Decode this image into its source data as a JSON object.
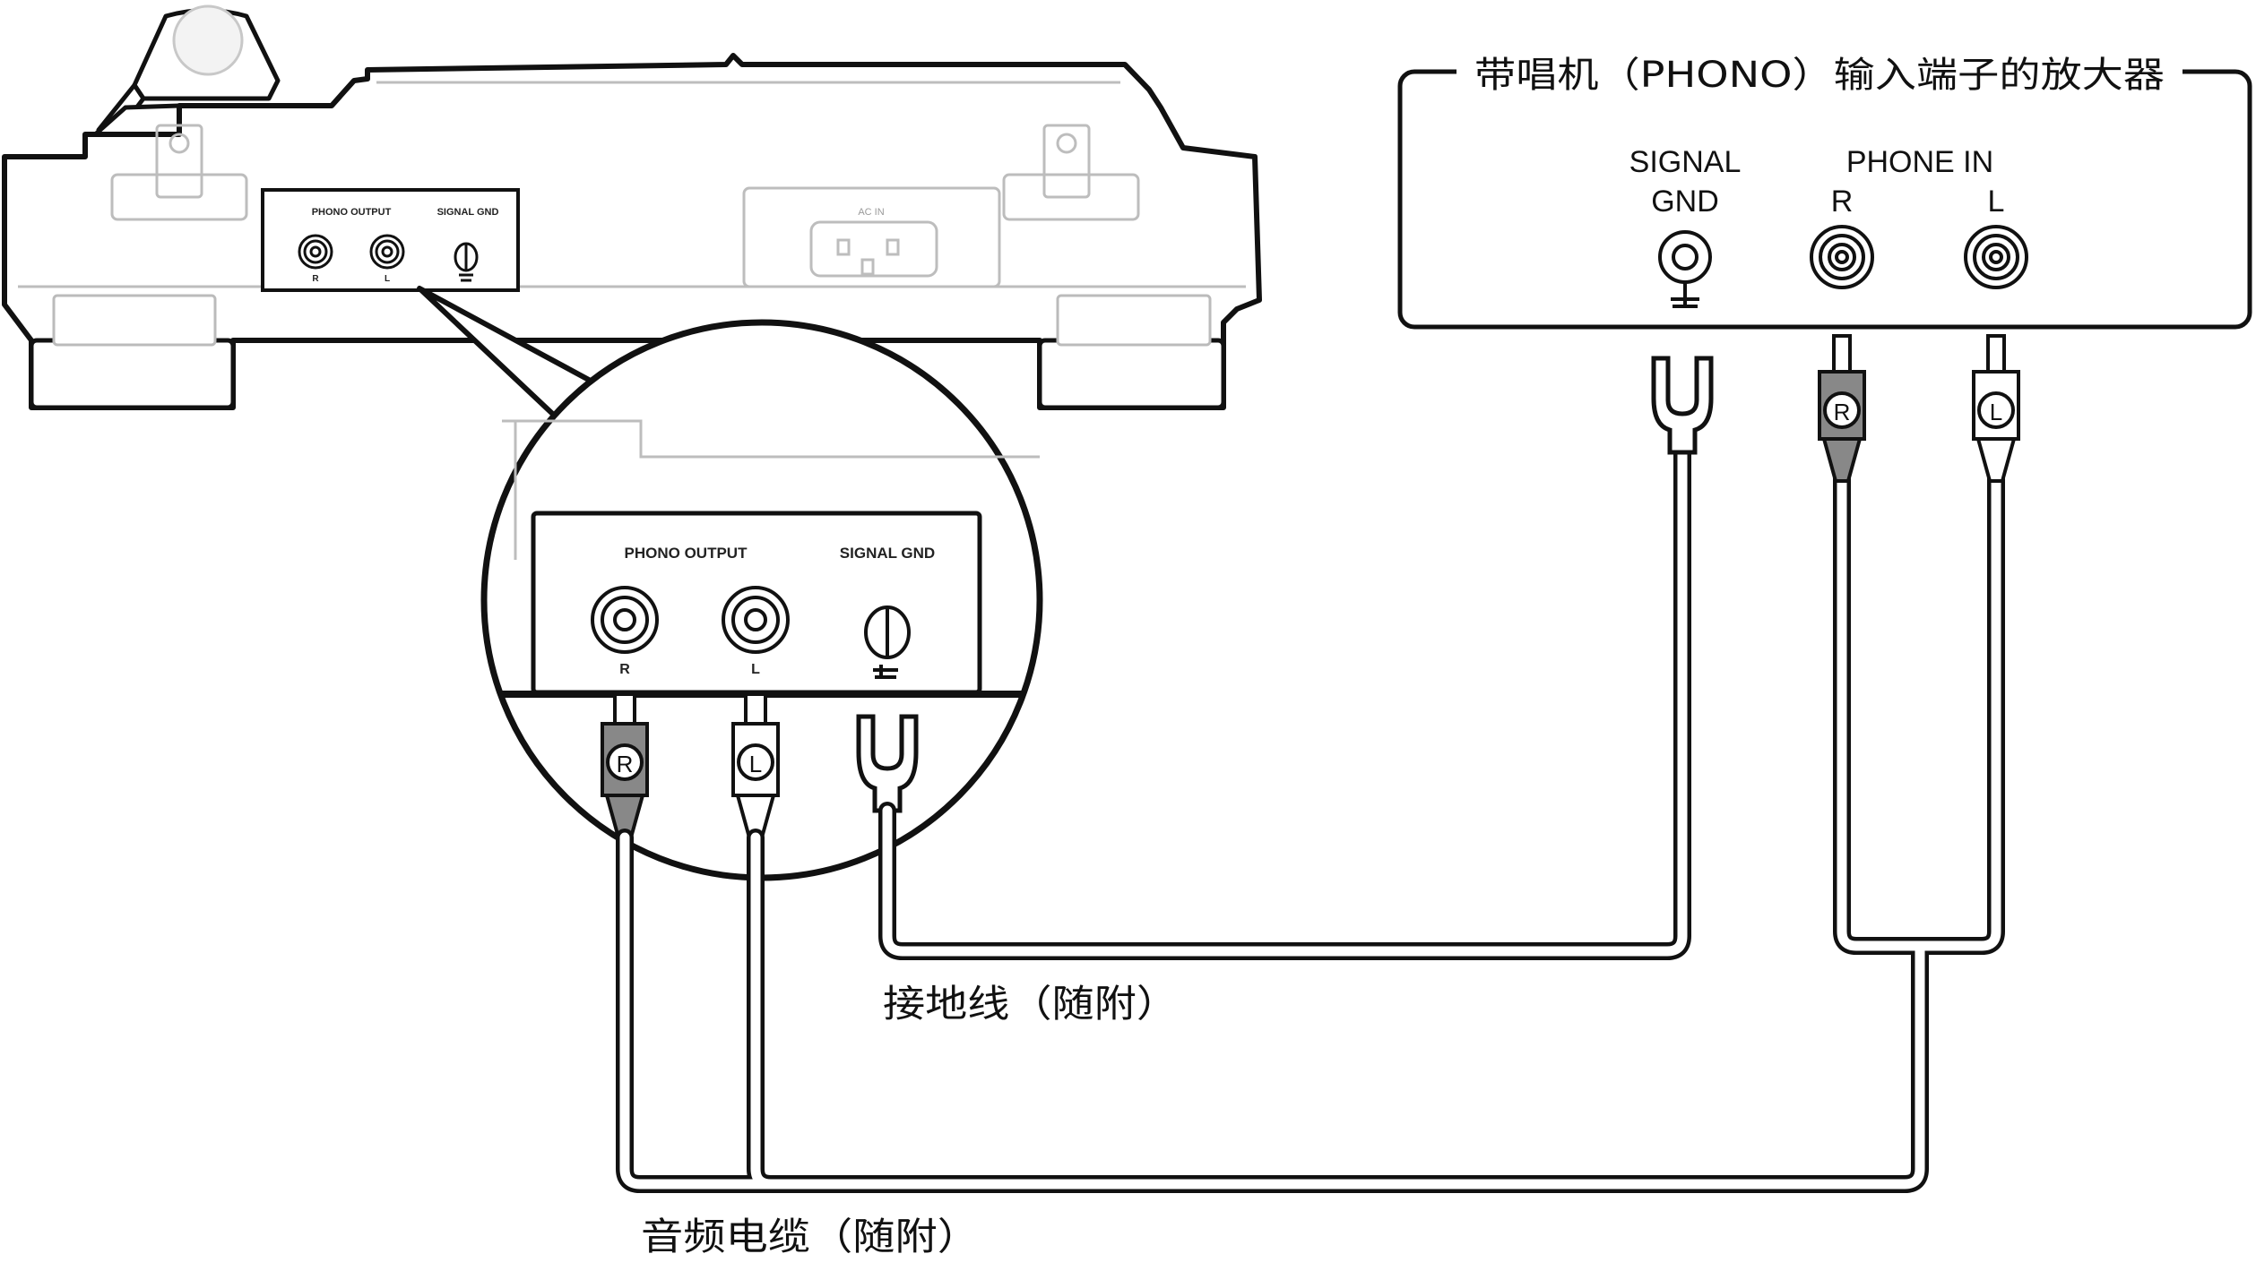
{
  "turntable": {
    "phono_output_label": "PHONO OUTPUT",
    "signal_gnd_label": "SIGNAL GND",
    "jack_r_label": "R",
    "jack_l_label": "L",
    "ac_in_label": "AC IN"
  },
  "amplifier": {
    "title": "带唱机（PHONO）输入端子的放大器",
    "signal_label_line1": "SIGNAL",
    "signal_label_line2": "GND",
    "phone_in_label": "PHONE IN",
    "jack_r_label": "R",
    "jack_l_label": "L"
  },
  "plugs": {
    "r_mark": "R",
    "l_mark": "L"
  },
  "captions": {
    "ground_wire": "接地线（随附）",
    "audio_cable": "音频电缆（随附）"
  }
}
